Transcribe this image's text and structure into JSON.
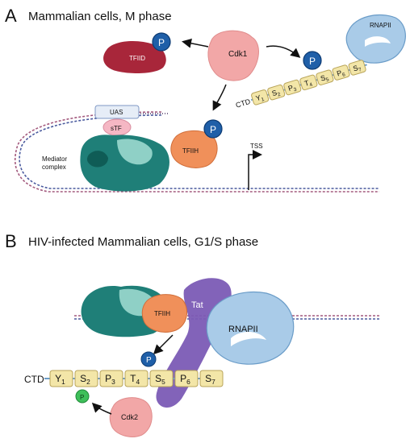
{
  "panel_a": {
    "letter": "A",
    "title": "Mammalian cells, M phase",
    "labels": {
      "tfiid": "TFIID",
      "cdk1": "Cdk1",
      "rnapii": "RNAPII",
      "uas": "UAS",
      "stf": "sTF",
      "tfiih": "TFIIH",
      "mediator_line1": "Mediator",
      "mediator_line2": "complex",
      "tss": "TSS",
      "ctd": "CTD",
      "p": "P"
    },
    "ctd_residues": [
      {
        "letter": "Y",
        "sub": "1"
      },
      {
        "letter": "S",
        "sub": "2"
      },
      {
        "letter": "P",
        "sub": "3"
      },
      {
        "letter": "T",
        "sub": "4"
      },
      {
        "letter": "S",
        "sub": "5"
      },
      {
        "letter": "P",
        "sub": "6"
      },
      {
        "letter": "S",
        "sub": "7"
      }
    ]
  },
  "panel_b": {
    "letter": "B",
    "title": "HIV-infected Mammalian cells, G1/S phase",
    "labels": {
      "tfiih": "TFIIH",
      "tat": "Tat",
      "rnapii": "RNAPII",
      "ctd": "CTD",
      "cdk2": "Cdk2",
      "p": "P"
    },
    "ctd_residues": [
      {
        "letter": "Y",
        "sub": "1"
      },
      {
        "letter": "S",
        "sub": "2"
      },
      {
        "letter": "P",
        "sub": "3"
      },
      {
        "letter": "T",
        "sub": "4"
      },
      {
        "letter": "S",
        "sub": "5"
      },
      {
        "letter": "P",
        "sub": "6"
      },
      {
        "letter": "S",
        "sub": "7"
      }
    ]
  },
  "colors": {
    "phospho_blue": "#1f5fa8",
    "phospho_green": "#3fbf5a",
    "tfiid_red": "#a8263a",
    "cdk_pink": "#f2a7a7",
    "tfiih_orange": "#f0905a",
    "rnapii_blue": "#a9cbe8",
    "tat_purple": "#7b5bb5",
    "mediator_teal": "#1f7f78",
    "ctd_box": "#f3e6a8"
  },
  "icons": [
    "phospho-circle",
    "dna-helix",
    "arrow",
    "tss-arrow"
  ]
}
